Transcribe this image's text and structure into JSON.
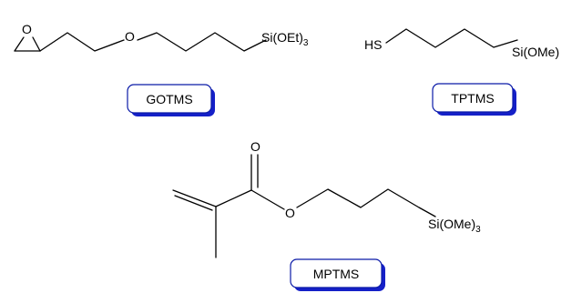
{
  "molecules": {
    "gotms": {
      "name": "GOTMS",
      "ring_o": "O",
      "ether_o": "O",
      "silyl": "Si(OEt)",
      "silyl_sub": "3"
    },
    "tptms": {
      "name": "TPTMS",
      "thiol": "HS",
      "silyl": "Si(OMe)",
      "silyl_sub": ""
    },
    "mptms": {
      "name": "MPTMS",
      "carbonyl_o": "O",
      "ester_o": "O",
      "silyl": "Si(OMe)",
      "silyl_sub": "3"
    }
  },
  "colors": {
    "label_border": "#0a1aa8",
    "label_shadow": "#1520c8"
  }
}
